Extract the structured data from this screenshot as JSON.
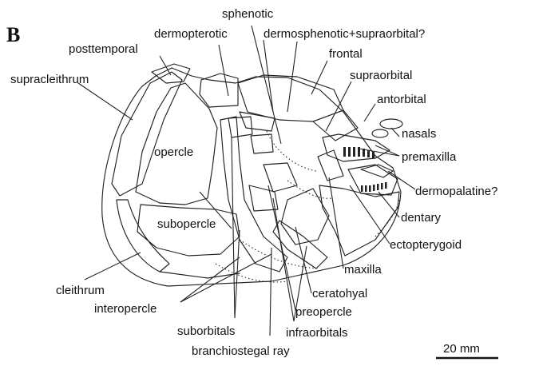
{
  "panel": "B",
  "labels": {
    "sphenotic": "sphenotic",
    "dermopterotic": "dermopterotic",
    "dermosphenotic": "dermosphenotic+supraorbital?",
    "posttemporal": "posttemporal",
    "frontal": "frontal",
    "supracleithrum": "supracleithrum",
    "supraorbital": "supraorbital",
    "antorbital": "antorbital",
    "opercle": "opercle",
    "nasals": "nasals",
    "premaxilla": "premaxilla",
    "dermopalatine": "dermopalatine?",
    "dentary": "dentary",
    "subopercle": "subopercle",
    "ectopterygoid": "ectopterygoid",
    "maxilla": "maxilla",
    "cleithrum": "cleithrum",
    "ceratohyal": "ceratohyal",
    "interopercle": "interopercle",
    "preopercle": "preopercle",
    "suborbitals": "suborbitals",
    "infraorbitals": "infraorbitals",
    "branchiostegal": "branchiostegal ray"
  },
  "scale_bar": {
    "label": "20 mm"
  }
}
